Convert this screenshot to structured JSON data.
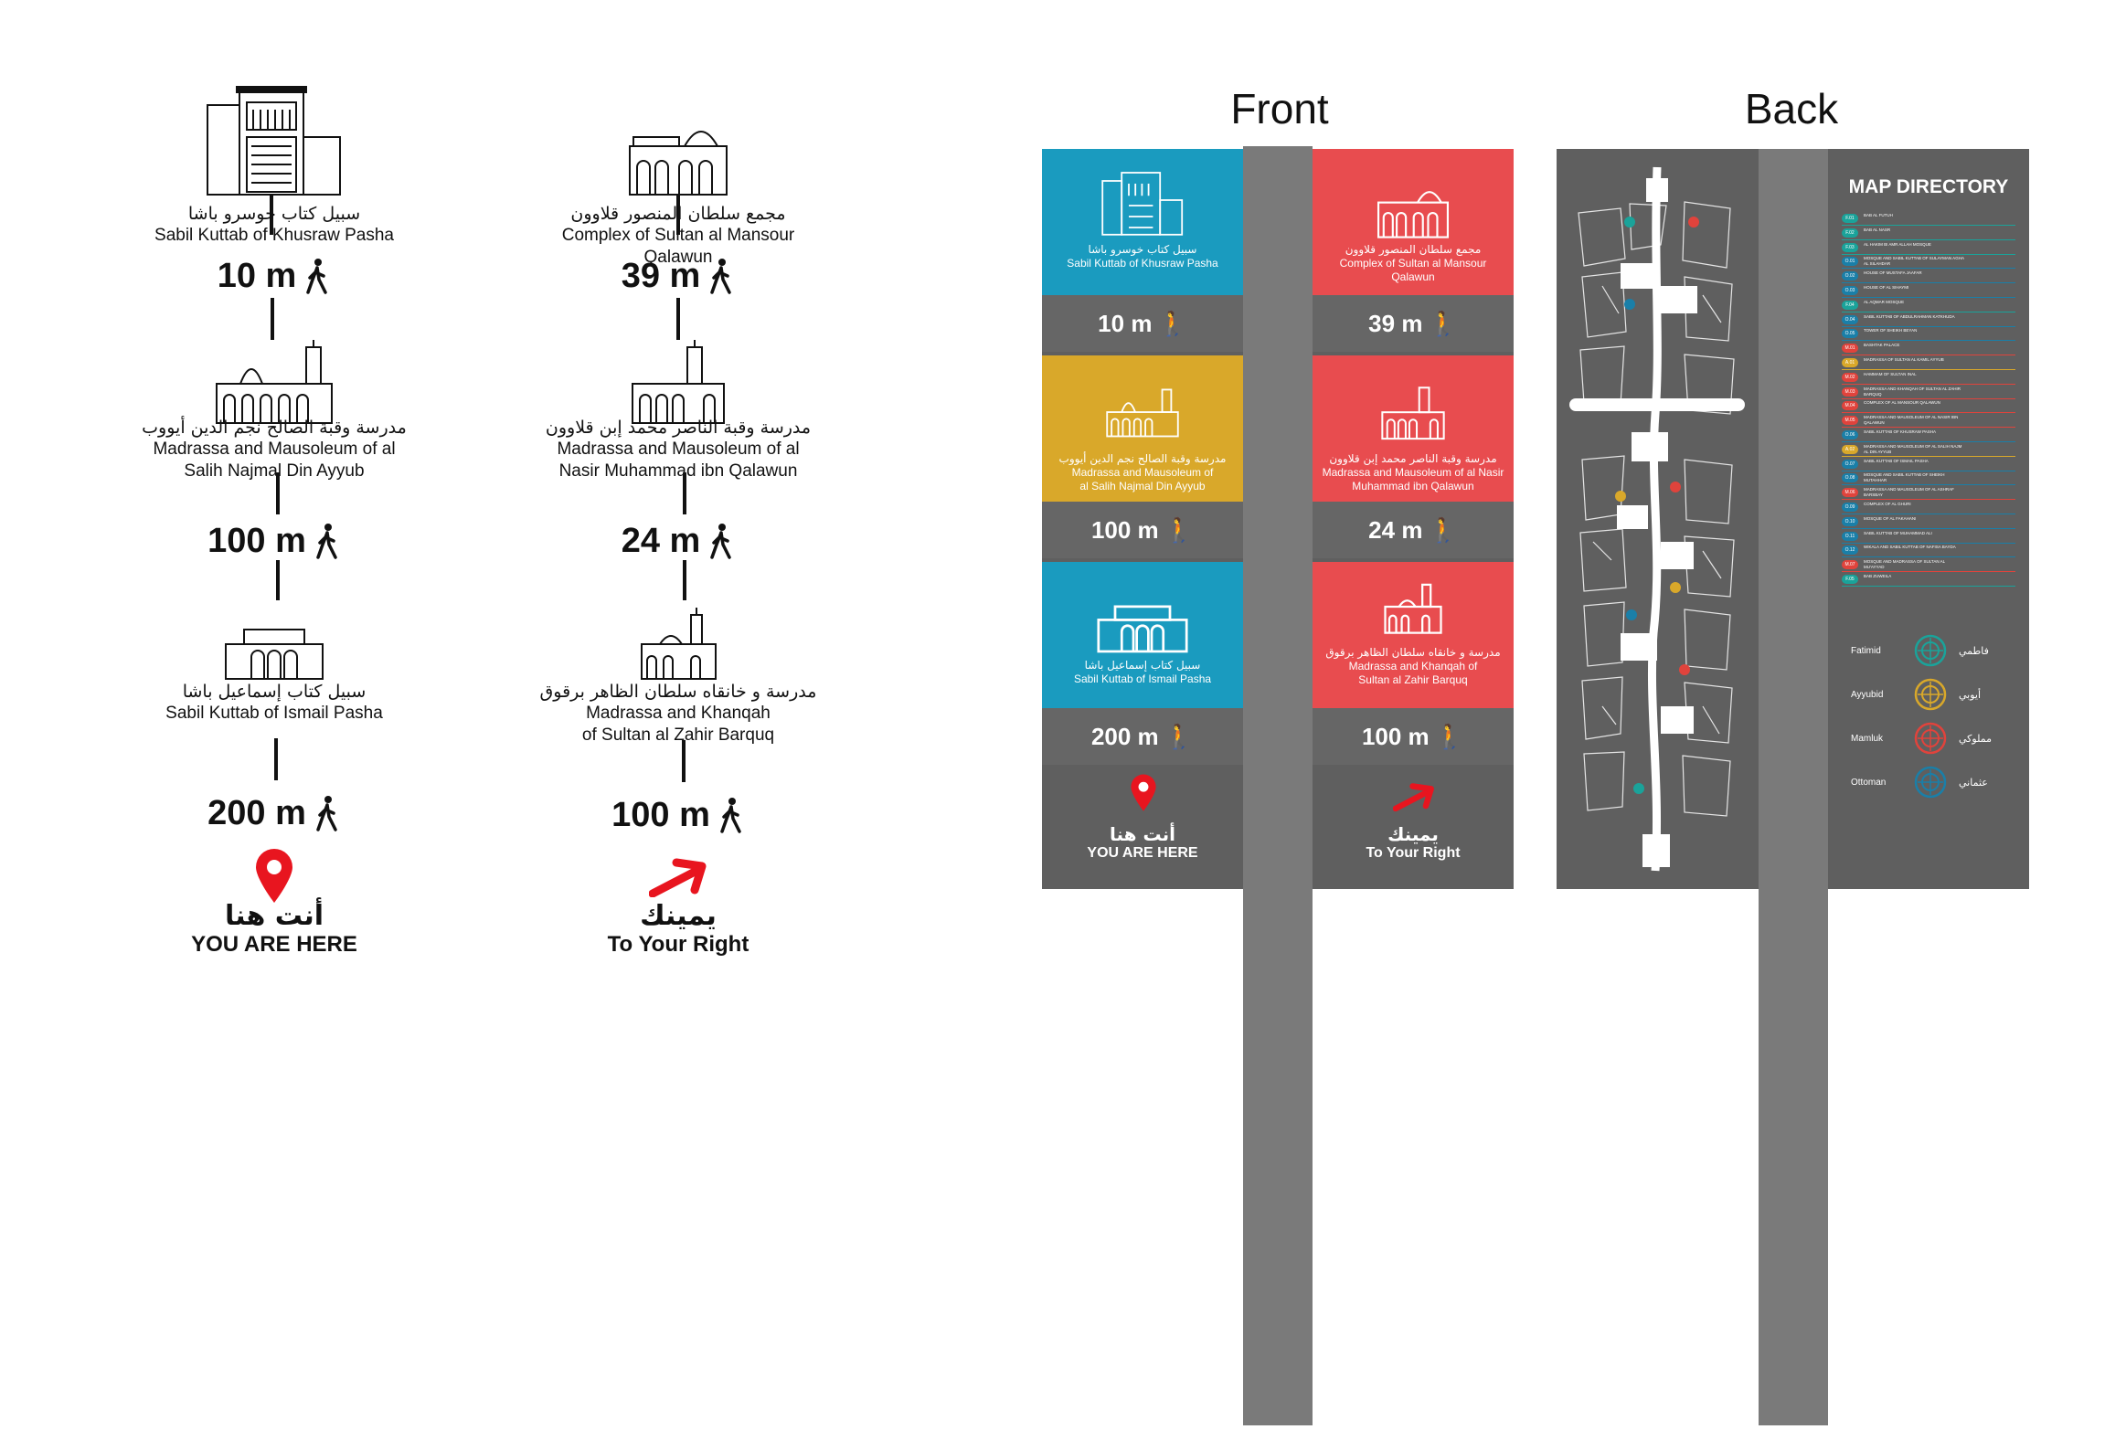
{
  "left_signs": {
    "column_a": {
      "landmarks": [
        {
          "ar": "سبيل كتاب خوسرو باشا",
          "en": "Sabil Kuttab of Khusraw Pasha"
        },
        {
          "ar": "مدرسة وقبة الصالح نجم الدين أيووب",
          "en": "Madrassa and Mausoleum of al Salih Najmal Din Ayyub"
        },
        {
          "ar": "سبيل كتاب إسماعيل باشا",
          "en": "Sabil Kuttab of Ismail Pasha"
        }
      ],
      "distances": [
        "10 m",
        "100 m",
        "200 m"
      ],
      "footer_ar": "أنت هنا",
      "footer_en": "YOU ARE HERE",
      "footer_icon": "location-pin-icon"
    },
    "column_b": {
      "landmarks": [
        {
          "ar": "مجمع سلطان المنصور قلاوون",
          "en": "Complex of Sultan al Mansour Qalawun"
        },
        {
          "ar": "مدرسة وقبة الناصر محمد إبن قلاوون",
          "en": "Madrassa and Mausoleum of al Nasir Muhammad ibn Qalawun"
        },
        {
          "ar": "مدرسة و خانقاه سلطان الظاهر برقوق",
          "en": "Madrassa and Khanqah of Sultan al Zahir Barquq"
        }
      ],
      "distances": [
        "39 m",
        "24 m",
        "100 m"
      ],
      "footer_ar": "يمينك",
      "footer_en": "To Your Right",
      "footer_icon": "arrow-right-icon"
    }
  },
  "mockup": {
    "front_title": "Front",
    "back_title": "Back",
    "front_left": {
      "cards": [
        {
          "color": "#1a9bbf",
          "ar": "سبيل كتاب خوسرو باشا",
          "en": "Sabil Kuttab of Khusraw Pasha",
          "dist": "10 m"
        },
        {
          "color": "#d9a82a",
          "ar": "مدرسة وقبة الصالح نجم الدين أيووب",
          "en": "Madrassa and Mausoleum of al Salih Najmal Din Ayyub",
          "dist": "100 m"
        },
        {
          "color": "#1a9bbf",
          "ar": "سبيل كتاب إسماعيل باشا",
          "en": "Sabil Kuttab of Ismail Pasha",
          "dist": "200 m"
        }
      ],
      "footer_ar": "أنت هنا",
      "footer_en": "YOU ARE HERE"
    },
    "front_right": {
      "cards": [
        {
          "color": "#e84c4f",
          "ar": "مجمع سلطان المنصور قلاوون",
          "en": "Complex of Sultan al Mansour Qalawun",
          "dist": "39 m"
        },
        {
          "color": "#e84c4f",
          "ar": "مدرسة وقبة الناصر محمد إبن قلاوون",
          "en": "Madrassa and Mausoleum of al Nasir Muhammad ibn Qalawun",
          "dist": "24 m"
        },
        {
          "color": "#e84c4f",
          "ar": "مدرسة و خانقاه سلطان الظاهر برقوق",
          "en": "Madrassa and Khanqah of Sultan al Zahir Barquq",
          "dist": "100 m"
        }
      ],
      "footer_ar": "يمينك",
      "footer_en": "To Your Right"
    },
    "back": {
      "directory_title": "MAP DIRECTORY",
      "entries": [
        {
          "code": "F.01",
          "en": "BAB AL FUTUH",
          "color": "#1aa39a"
        },
        {
          "code": "F.02",
          "en": "BAB AL NASR",
          "color": "#1aa39a"
        },
        {
          "code": "F.03",
          "en": "AL HAKIM BI AMR ALLAH MOSQUE",
          "color": "#1aa39a"
        },
        {
          "code": "O.01",
          "en": "MOSQUE AND SABIL KUTTAB OF SULAYMAN AGHA AL SILAHDAR",
          "color": "#1a7fa8"
        },
        {
          "code": "O.02",
          "en": "HOUSE OF MUSTAFA JAAFAR",
          "color": "#1a7fa8"
        },
        {
          "code": "O.03",
          "en": "HOUSE OF AL SIHAYMI",
          "color": "#1a7fa8"
        },
        {
          "code": "F.04",
          "en": "AL AQMAR MOSQUE",
          "color": "#1aa39a"
        },
        {
          "code": "O.04",
          "en": "SABIL KUTTAB OF ABDULRAHMAN KATKHUDA",
          "color": "#1a7fa8"
        },
        {
          "code": "O.05",
          "en": "TOWER OF SHEIKH BEYAN",
          "color": "#1a7fa8"
        },
        {
          "code": "M.01",
          "en": "BASHTAK PALACE",
          "color": "#e0433c"
        },
        {
          "code": "A.01",
          "en": "MADRASSA OF SULTAN AL KAMIL AYYUB",
          "color": "#d9a82a"
        },
        {
          "code": "M.02",
          "en": "HAMMAM OF SULTAN INAL",
          "color": "#e0433c"
        },
        {
          "code": "M.03",
          "en": "MADRASSA AND KHANQAH OF SULTAN AL ZAHIR BARQUQ",
          "color": "#e0433c"
        },
        {
          "code": "M.04",
          "en": "COMPLEX OF AL MANSOUR QALAWUN",
          "color": "#e0433c"
        },
        {
          "code": "M.05",
          "en": "MADRASSA AND MAUSOLEUM OF AL NASIR IBN QALAWUN",
          "color": "#e0433c"
        },
        {
          "code": "O.06",
          "en": "SABIL KUTTAB OF KHUSRAW PASHA",
          "color": "#1a7fa8"
        },
        {
          "code": "A.02",
          "en": "MADRASSA AND MAUSOLEUM OF AL SALIH NAJM AL DIN AYYUB",
          "color": "#d9a82a"
        },
        {
          "code": "O.07",
          "en": "SABIL KUTTAB OF ISMAIL PASHA",
          "color": "#1a7fa8"
        },
        {
          "code": "O.08",
          "en": "MOSQUE AND SABIL KUTTAB OF SHEIKH MUTAHHAR",
          "color": "#1a7fa8"
        },
        {
          "code": "M.06",
          "en": "MADRASSA AND MAUSOLEUM OF AL ASHRAF BARSBAY",
          "color": "#e0433c"
        },
        {
          "code": "O.09",
          "en": "COMPLEX OF AL GHURI",
          "color": "#1a7fa8"
        },
        {
          "code": "O.10",
          "en": "MOSQUE OF AL FAKAHANI",
          "color": "#1a7fa8"
        },
        {
          "code": "O.11",
          "en": "SABIL KUTTAB OF MUHAMMAD ALI",
          "color": "#1a7fa8"
        },
        {
          "code": "O.12",
          "en": "WIKALA AND SABIL KUTTAB OF NAFISA BAYDA",
          "color": "#1a7fa8"
        },
        {
          "code": "M.07",
          "en": "MOSQUE AND MADRASSA OF SULTAN AL MU'AYYAD",
          "color": "#e0433c"
        },
        {
          "code": "F.05",
          "en": "BAB ZUWEILA",
          "color": "#1aa39a"
        }
      ],
      "legend": [
        {
          "en": "Fatimid",
          "ar": "فاطمي",
          "color": "#1aa39a",
          "icon": "fatimid-emblem-icon"
        },
        {
          "en": "Ayyubid",
          "ar": "أيوبي",
          "color": "#d9a82a",
          "icon": "ayyubid-emblem-icon"
        },
        {
          "en": "Mamluk",
          "ar": "مملوكي",
          "color": "#e0433c",
          "icon": "mamluk-emblem-icon"
        },
        {
          "en": "Ottoman",
          "ar": "عثماني",
          "color": "#1a7fa8",
          "icon": "ottoman-emblem-icon"
        }
      ]
    }
  },
  "colors": {
    "blue": "#1a9bbf",
    "gold": "#d9a82a",
    "red": "#e84c4f",
    "grey_panel": "#666666",
    "post": "#7a7a7a",
    "pin": "#e8151f"
  }
}
